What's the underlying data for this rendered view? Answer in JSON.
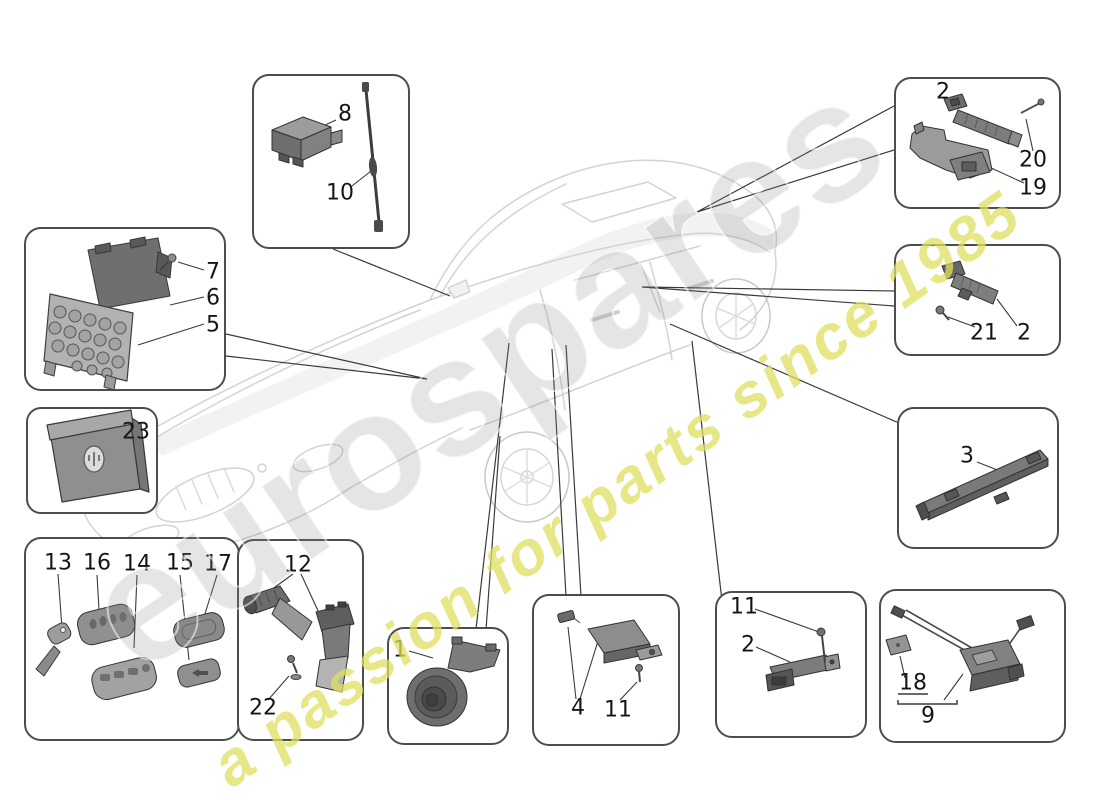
{
  "watermark": {
    "brand": "eurospares",
    "tagline": "a passion for parts since 1985",
    "brand_color": "rgba(135,135,135,0.22)",
    "tagline_color": "rgba(223,223,96,0.75)"
  },
  "boxes": {
    "ecu_antenna": {
      "labels": [
        "8",
        "10"
      ]
    },
    "bracket_ecu": {
      "labels": [
        "7",
        "6",
        "5"
      ]
    },
    "card_holder": {
      "labels": [
        "23"
      ]
    },
    "keys": {
      "labels": [
        "13",
        "16",
        "14",
        "15",
        "17"
      ]
    },
    "lock_cylinders": {
      "labels": [
        "12",
        "22"
      ]
    },
    "siren": {
      "labels": [
        "1"
      ]
    },
    "antenna_module": {
      "labels": [
        "4",
        "11"
      ]
    },
    "rear_antenna": {
      "labels": [
        "11",
        "2"
      ]
    },
    "control_module": {
      "labels": [
        "18",
        "9"
      ]
    },
    "roof_antenna": {
      "labels": [
        "2",
        "20",
        "19"
      ]
    },
    "side_antenna": {
      "labels": [
        "21",
        "2"
      ]
    },
    "bumper_antenna": {
      "labels": [
        "3"
      ]
    }
  }
}
